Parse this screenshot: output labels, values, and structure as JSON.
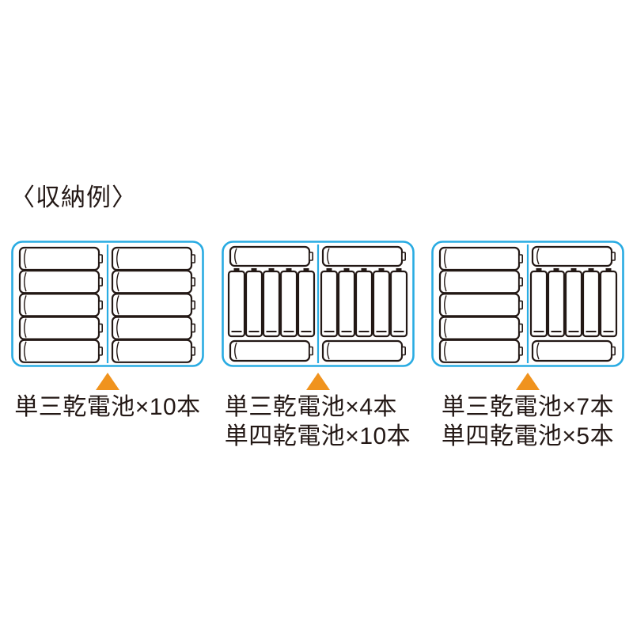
{
  "title": "〈収納例〉",
  "colors": {
    "background": "#FFFFFF",
    "text": "#231815",
    "case_border": "#29ABE2",
    "battery_outline": "#231815",
    "pointer_triangle": "#F0931E"
  },
  "cases": [
    {
      "id": "example-1",
      "halves": [
        "aa-stack-5",
        "aa-stack-5"
      ],
      "battery_counts": {
        "aa": 10,
        "aaa": 0
      },
      "caption_lines": [
        "単三乾電池×10本"
      ]
    },
    {
      "id": "example-2",
      "halves": [
        "aa-aaa-sandwich",
        "aa-aaa-sandwich"
      ],
      "battery_counts": {
        "aa": 4,
        "aaa": 10
      },
      "caption_lines": [
        "単三乾電池×4本",
        "単四乾電池×10本"
      ]
    },
    {
      "id": "example-3",
      "halves": [
        "aa-stack-5",
        "aa-aaa-sandwich"
      ],
      "battery_counts": {
        "aa": 7,
        "aaa": 5
      },
      "caption_lines": [
        "単三乾電池×7本",
        "単四乾電池×5本"
      ]
    }
  ]
}
